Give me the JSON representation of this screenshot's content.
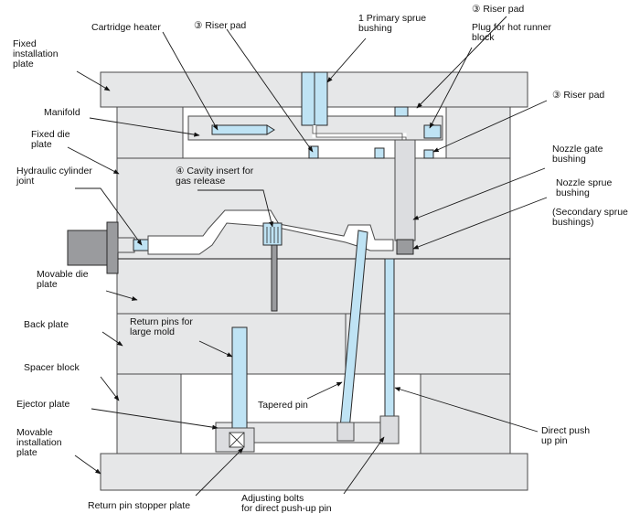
{
  "labels": {
    "fixed_installation_plate": [
      "Fixed",
      "installation",
      "plate"
    ],
    "cartridge_heater": [
      "Cartridge heater"
    ],
    "riser_pad_1": [
      "③ Riser pad"
    ],
    "primary_sprue_bushing": [
      "1 Primary sprue",
      "bushing"
    ],
    "riser_pad_2": [
      "③ Riser pad"
    ],
    "plug_hot_runner": [
      "Plug for hot runner",
      "block"
    ],
    "riser_pad_3": [
      "③ Riser pad"
    ],
    "manifold": [
      "Manifold"
    ],
    "fixed_die_plate": [
      "Fixed die",
      "plate"
    ],
    "hydraulic_cylinder_joint": [
      "Hydraulic cylinder",
      "joint"
    ],
    "cavity_insert": [
      "④ Cavity insert for",
      "gas release"
    ],
    "nozzle_gate_bushing": [
      "Nozzle gate",
      "bushing"
    ],
    "nozzle_sprue_bushing": [
      "Nozzle sprue",
      "bushing"
    ],
    "secondary_sprue_bushings": [
      "(Secondary sprue",
      "bushings)"
    ],
    "movable_die_plate": [
      "Movable die",
      "plate"
    ],
    "back_plate": [
      "Back plate"
    ],
    "return_pins": [
      "Return pins for",
      "large mold"
    ],
    "spacer_block": [
      "Spacer block"
    ],
    "ejector_plate": [
      "Ejector plate"
    ],
    "tapered_pin": [
      "Tapered pin"
    ],
    "direct_push_up_pin": [
      "Direct push",
      "up pin"
    ],
    "movable_installation_plate": [
      "Movable",
      "installation",
      "plate"
    ],
    "return_pin_stopper_plate": [
      "Return pin stopper plate"
    ],
    "adjusting_bolts": [
      "Adjusting bolts",
      "for direct push-up pin"
    ]
  }
}
